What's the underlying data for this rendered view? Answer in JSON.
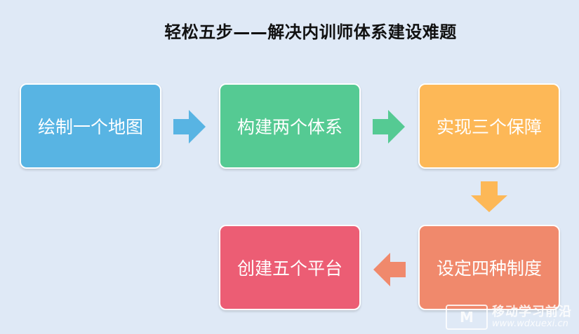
{
  "title": "轻松五步——解决内训师体系建设难题",
  "steps": [
    {
      "label": "绘制一个地图",
      "color": "#58b4e3"
    },
    {
      "label": "构建两个体系",
      "color": "#55ca93"
    },
    {
      "label": "实现三个保障",
      "color": "#fdb857"
    },
    {
      "label": "设定四种制度",
      "color": "#f0896c"
    },
    {
      "label": "创建五个平台",
      "color": "#ec5d74"
    }
  ],
  "arrows": [
    {
      "direction": "right",
      "color": "#58b4e3"
    },
    {
      "direction": "right",
      "color": "#55ca93"
    },
    {
      "direction": "down",
      "color": "#fdb857"
    },
    {
      "direction": "left",
      "color": "#f0896c"
    }
  ],
  "watermark": {
    "logo": "M",
    "name": "移动学习前沿",
    "url": "www.wdxuexi.cn"
  }
}
